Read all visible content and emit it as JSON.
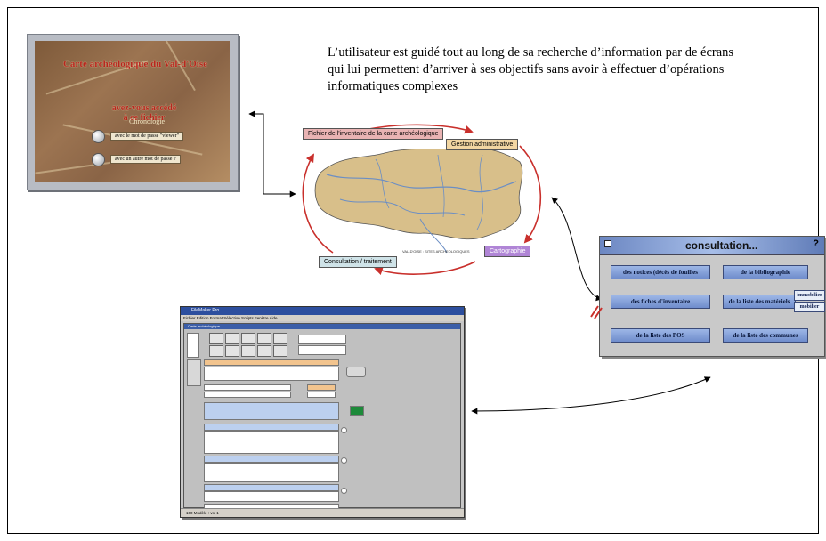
{
  "caption": {
    "line1": "L’utilisateur est guidé tout au long de sa recherche d’information par de écrans",
    "line2": "qui lui permettent d’arriver à ses objectifs sans avoir à effectuer d’opérations",
    "line3": "informatiques complexes"
  },
  "title_screen": {
    "title": "Carte archéologique du Val-d'Oise",
    "subtitle_line1": "avez-vous accédé",
    "subtitle_line2": "à ce fichier",
    "chrono": "Chronologie",
    "option1": "avec le mot de passe \"viewer\"",
    "option2": "avec un autre mot de passe ?"
  },
  "map": {
    "tag_top_left": "Fichier de l'inventaire de la carte archéologique",
    "tag_top_right": "Gestion administrative",
    "tag_bottom_left": "Consultation / traitement",
    "tag_bottom_right": "Cartographie",
    "legend": "VAL-D'OISE : SITES ARCHEOLOGIQUES"
  },
  "consultation": {
    "title": "consultation...",
    "help": "?",
    "btn_notices": "des notices (décès de fouilles",
    "btn_biblio": "de la bibliographie",
    "btn_fiches": "des fiches d'inventaire",
    "btn_liste_materiels": "de la liste des matériels",
    "btn_immobilier": "immobilier",
    "btn_mobilier": "mobilier",
    "btn_pos": "de la liste des POS",
    "btn_communes": "de la liste des communes"
  },
  "app_window": {
    "title": "FileMaker Pro",
    "menu": "Fichier  Edition  Format  Sélection  Scripts  Fenêtre  Aide",
    "subtitle": "Carte archéologique",
    "status": "100    Modèle : vol 1"
  },
  "colors": {
    "arrow_red": "#c9302c",
    "consult_blue": "#7e9ad6",
    "map_tan": "#d8bf8a",
    "map_blue": "#6b8ec4"
  }
}
